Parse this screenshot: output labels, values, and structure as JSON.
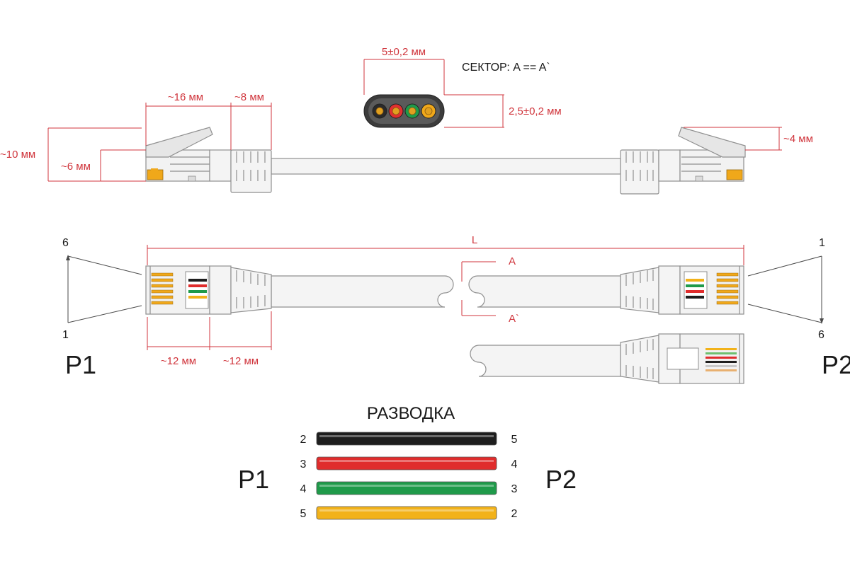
{
  "cross_section": {
    "width_label": "5±0,2 мм",
    "height_label": "2,5±0,2 мм",
    "sector_label": "СЕКТОР: A == A`",
    "conductor_colors": [
      "#2a2a2a",
      "#e03030",
      "#1f9a4a",
      "#f0a81a"
    ]
  },
  "side_view": {
    "dims": {
      "head_length": "~16 мм",
      "boot_length": "~8 мм",
      "total_height": "~10 мм",
      "body_height": "~6 мм",
      "latch_height": "~4 мм"
    }
  },
  "top_view": {
    "length_label": "L",
    "section_a": "A",
    "section_a_prime": "A`",
    "plug_length": "~12 мм",
    "boot_length": "~12 мм",
    "p1_label": "P1",
    "p2_label": "P2",
    "p1_pin_top": "6",
    "p1_pin_bottom": "1",
    "p2_pin_top": "1",
    "p2_pin_bottom": "6"
  },
  "wiring": {
    "title": "РАЗВОДКА",
    "left_label": "P1",
    "right_label": "P2",
    "wires": [
      {
        "p1": "2",
        "p2": "5",
        "color": "#1e1e1e"
      },
      {
        "p1": "3",
        "p2": "4",
        "color": "#e02c2c"
      },
      {
        "p1": "4",
        "p2": "3",
        "color": "#1f9a4a"
      },
      {
        "p1": "5",
        "p2": "2",
        "color": "#f2b21a"
      }
    ]
  }
}
